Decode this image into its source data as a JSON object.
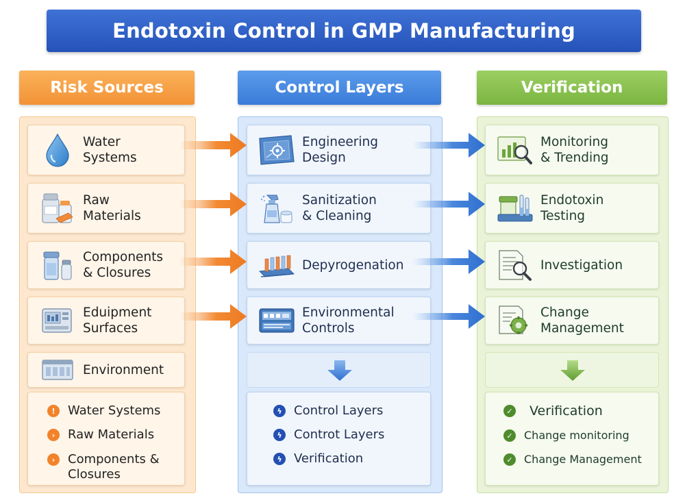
{
  "title": "Endotoxin Control in GMP Manufacturing",
  "columns": {
    "risk": {
      "header": "Risk Sources",
      "items": [
        {
          "label": "Water\nSystems",
          "icon": "water-drop-icon"
        },
        {
          "label": "Raw\nMaterials",
          "icon": "raw-materials-icon"
        },
        {
          "label": "Components\n& Closures",
          "icon": "vials-icon"
        },
        {
          "label": "Eduipment\nSurfaces",
          "icon": "equipment-icon"
        },
        {
          "label": "Environment",
          "icon": "cleanroom-icon"
        }
      ],
      "list": [
        "Water Systems",
        "Raw Materials",
        "Components &\nClosures"
      ]
    },
    "control": {
      "header": "Control Layers",
      "items": [
        {
          "label": "Engineering\nDesign",
          "icon": "blueprint-icon"
        },
        {
          "label": "Sanitization\n& Cleaning",
          "icon": "spray-bottle-icon"
        },
        {
          "label": "Depyrogenation",
          "icon": "oven-rack-icon"
        },
        {
          "label": "Environmental\nControls",
          "icon": "control-panel-icon"
        }
      ],
      "list": [
        "Control Layers",
        "Controt Layers",
        "Verification"
      ]
    },
    "verification": {
      "header": "Verification",
      "items": [
        {
          "label": "Monitoring\n& Trending",
          "icon": "chart-magnifier-icon"
        },
        {
          "label": "Endotoxin\nTesting",
          "icon": "test-tube-rack-icon"
        },
        {
          "label": "Investigation",
          "icon": "document-magnifier-icon"
        },
        {
          "label": "Change\nManagement",
          "icon": "document-gear-icon"
        }
      ],
      "list": [
        "Verification",
        "Change monitoring",
        "Change Management"
      ]
    }
  },
  "colors": {
    "title": "#2a5bc4",
    "risk": "#f39a3d",
    "control": "#4a8ae0",
    "verification": "#8cc251"
  }
}
